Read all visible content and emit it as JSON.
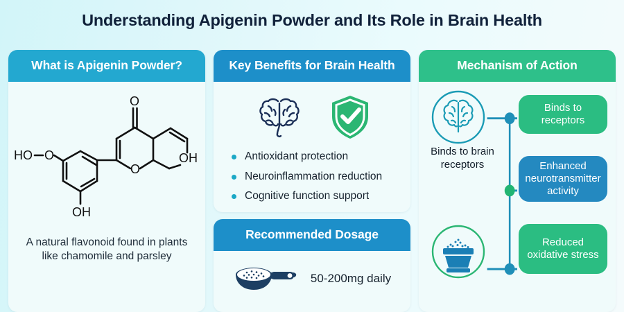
{
  "page": {
    "title": "Understanding Apigenin Powder and Its Role in Brain Health",
    "background_start": "#d2f5f9",
    "background_end": "#f4fbfc",
    "title_color": "#10213a"
  },
  "cards": {
    "what_is": {
      "header": "What is Apigenin Powder?",
      "header_color": "#23a8d0",
      "molecule": {
        "labels": [
          "O",
          "HO",
          "O",
          "OH",
          "O",
          "OH"
        ],
        "alt_name": "apigenin-chemical-structure"
      },
      "caption": "A natural flavonoid found in plants like chamomile and parsley"
    },
    "benefits": {
      "header": "Key Benefits for Brain Health",
      "header_color": "#1d8fc9",
      "icons": [
        "brain-icon",
        "shield-check-icon"
      ],
      "brain_color": "#1b2f57",
      "shield_color": "#2bb673",
      "bullet_color": "#1ba8c6",
      "items": [
        "Antioxidant protection",
        "Neuroinflammation reduction",
        "Cognitive function support"
      ]
    },
    "dosage": {
      "header": "Recommended Dosage",
      "header_color": "#1d8fc9",
      "icon": "measuring-scoop-icon",
      "icon_color": "#1d3f63",
      "value": "50-200mg daily"
    },
    "mechanism": {
      "header": "Mechanism of Action",
      "header_color": "#2ec08a",
      "nodes": [
        {
          "icon": "brain-circle-icon",
          "icon_color": "#1a9bb5",
          "label": "Binds to brain receptors"
        },
        {
          "icon": "powder-bowl-circle-icon",
          "icon_color": "#2bb673",
          "label": ""
        }
      ],
      "steps": [
        {
          "text": "Binds to receptors",
          "color": "#2bbd82",
          "dot_color": "#1f8fb8"
        },
        {
          "text": "Enhanced neurotransmitter activity",
          "color": "#2489c0",
          "dot_color": "#22b573"
        },
        {
          "text": "Reduced oxidative stress",
          "color": "#2bbd82",
          "dot_color": "#1f8fb8"
        }
      ],
      "connector_color": "#1f8fb8"
    }
  }
}
